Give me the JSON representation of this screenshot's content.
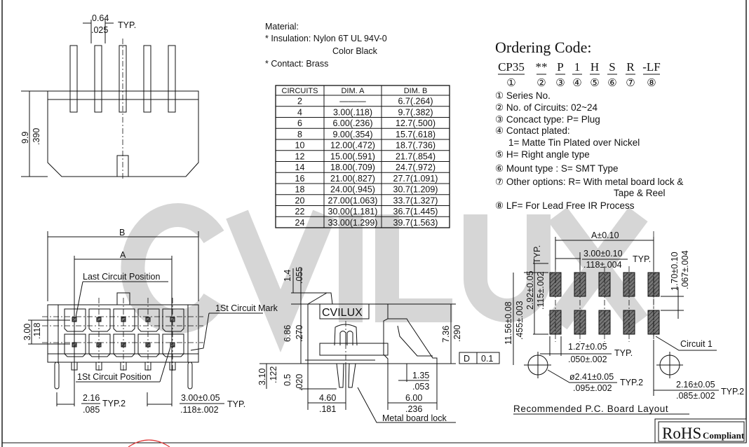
{
  "watermark": "CVILUX",
  "top_view": {
    "pin_width": "0.64",
    "pin_width_in": ".025",
    "pin_width_note": "TYP.",
    "height": "9.9",
    "height_in": ".390"
  },
  "material": {
    "title": "Material:",
    "insulation": "* Insulation: Nylon 6T UL 94V-0",
    "color": "Color Black",
    "contact": "* Contact: Brass"
  },
  "table": {
    "headers": [
      "CIRCUITS",
      "DIM. A",
      "DIM. B"
    ],
    "rows": [
      [
        "2",
        "———",
        "6.7(.264)"
      ],
      [
        "4",
        "3.00(.118)",
        "9.7(.382)"
      ],
      [
        "6",
        "6.00(.236)",
        "12.7(.500)"
      ],
      [
        "8",
        "9.00(.354)",
        "15.7(.618)"
      ],
      [
        "10",
        "12.00(.472)",
        "18.7(.736)"
      ],
      [
        "12",
        "15.00(.591)",
        "21.7(.854)"
      ],
      [
        "14",
        "18.00(.709)",
        "24.7(.972)"
      ],
      [
        "16",
        "21.00(.827)",
        "27.7(1.091)"
      ],
      [
        "18",
        "24.00(.945)",
        "30.7(1.209)"
      ],
      [
        "20",
        "27.00(1.063)",
        "33.7(1.327)"
      ],
      [
        "22",
        "30.00(1.181)",
        "36.7(1.445)"
      ],
      [
        "24",
        "33.00(1.299)",
        "39.7(1.563)"
      ]
    ]
  },
  "ordering": {
    "title": "Ordering Code:",
    "code_parts": [
      "CP35",
      "**",
      "P",
      "1",
      "H",
      "S",
      "R",
      "-LF"
    ],
    "code_nums": [
      "①",
      "②",
      "③",
      "④",
      "⑤",
      "⑥",
      "⑦",
      "⑧"
    ],
    "items": [
      "① Series No.",
      "② No. of Circuits: 02~24",
      "③ Concact type: P= Plug",
      "④ Contact plated:",
      "1= Matte Tin Plated over Nickel",
      "⑤ H= Right angle type",
      "⑥ Mount type : S= SMT Type",
      "⑦ Other options: R= With metal board lock &",
      "Tape & Reel",
      "⑧ LF= For Lead Free IR Process"
    ]
  },
  "front_view": {
    "dim_b": "B",
    "dim_a": "A",
    "last_circuit": "Last Circuit Position",
    "first_circuit_mark": "1St Circuit Mark",
    "first_circuit_pos": "1St Circuit Position",
    "row_pitch": "3.00",
    "row_pitch_in": ".118",
    "edge": "2.16",
    "edge_in": ".085",
    "edge_note": "TYP.2",
    "pitch": "3.00±0.05",
    "pitch_in": ".118±.002",
    "pitch_note": "TYP."
  },
  "side_view": {
    "brand_box": "CVILUX",
    "d1": "1.4",
    "d1_in": ".055",
    "d2": "6.86",
    "d2_in": ".270",
    "d3": "7.36",
    "d3_in": ".290",
    "d4": "3.10",
    "d4_in": ".122",
    "d5": "0.5",
    "d5_in": ".020",
    "d6": "4.60",
    "d6_in": ".181",
    "d7": "1.35",
    "d7_in": ".053",
    "d8": "6.00",
    "d8_in": ".236",
    "flatness_sym": "D",
    "flatness": "0.1",
    "metal_lock": "Metal board lock"
  },
  "pcb": {
    "dim_a": "A±0.10",
    "pitch": "3.00±0.10",
    "pitch_in": ".118±.004",
    "pitch_note": "TYP.",
    "total": "11.56±0.08",
    "total_in": ".455±.003",
    "row": "2.92±0.05",
    "row_in": ".115±.002",
    "row_note": "TYP.",
    "pad_len": "1.70±0.10",
    "pad_len_in": ".067±.004",
    "pad_w": "1.27±0.05",
    "pad_w_in": ".050±.002",
    "pad_w_note": "TYP.",
    "hole": "ø2.41±0.05",
    "hole_in": ".095±.002",
    "hole_note": "TYP.2",
    "hole_off": "2.16±0.05",
    "hole_off_in": ".085±.002",
    "hole_off_note": "TYP.2",
    "circuit1": "Circuit 1",
    "caption": "Recommended P.C. Board Layout"
  },
  "rohs": {
    "big": "RoHS",
    "small": "Compliant"
  }
}
